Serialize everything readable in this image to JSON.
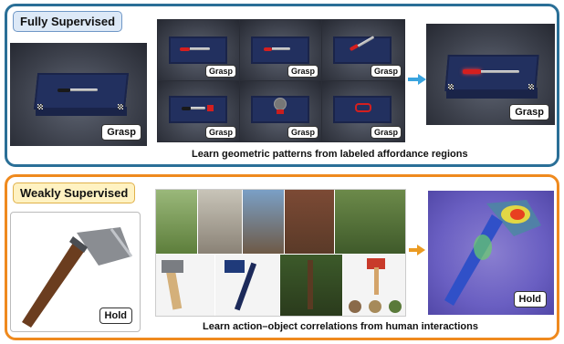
{
  "fully_supervised": {
    "title": "Fully Supervised",
    "grasp_label": "Grasp",
    "caption": "Learn geometric patterns from labeled affordance regions"
  },
  "weakly_supervised": {
    "title": "Weakly Supervised",
    "hold_label": "Hold",
    "caption": "Learn action–object correlations from human interactions"
  },
  "colors": {
    "fully_border": "#2a6f97",
    "weakly_border": "#ef8a1e",
    "fully_arrow": "#3aa4df",
    "weakly_arrow": "#eb9b22"
  }
}
